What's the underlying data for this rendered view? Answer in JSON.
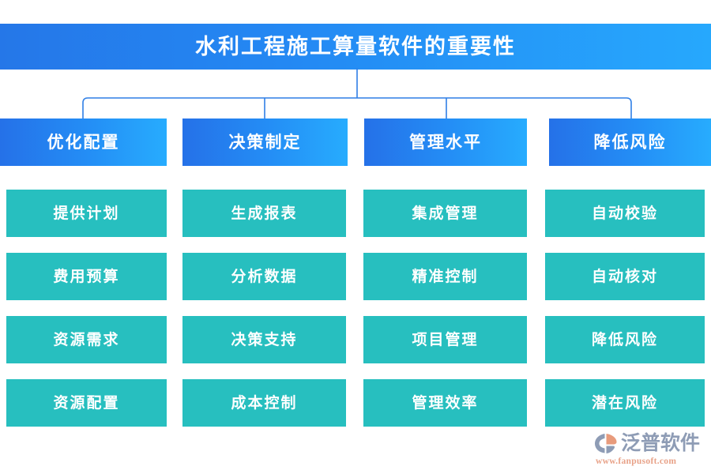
{
  "diagram": {
    "title": "水利工程施工算量软件的重要性",
    "colors": {
      "title_gradient_start": "#2577e8",
      "title_gradient_end": "#26a8fd",
      "category_gradient_start": "#2571e8",
      "category_gradient_end": "#27acfe",
      "item_fill": "#27bfbf",
      "connector_line": "#2f7fe6",
      "text_on_fill": "#ffffff"
    },
    "columns": [
      {
        "category": "优化配置",
        "items": [
          "提供计划",
          "费用预算",
          "资源需求",
          "资源配置"
        ]
      },
      {
        "category": "决策制定",
        "items": [
          "生成报表",
          "分析数据",
          "决策支持",
          "成本控制"
        ]
      },
      {
        "category": "管理水平",
        "items": [
          "集成管理",
          "精准控制",
          "项目管理",
          "管理效率"
        ]
      },
      {
        "category": "降低风险",
        "items": [
          "自动校验",
          "自动核对",
          "降低风险",
          "潜在风险"
        ]
      }
    ]
  },
  "logo": {
    "mark_name": "fanpu-f-mark-icon",
    "brand": "泛普软件",
    "url": "www.fanpusoft.com",
    "brand_color": "#8e9cb5",
    "url_color": "#e8a288",
    "mark_color_primary": "#8e9cb5",
    "mark_color_accent": "#e89b7c"
  }
}
